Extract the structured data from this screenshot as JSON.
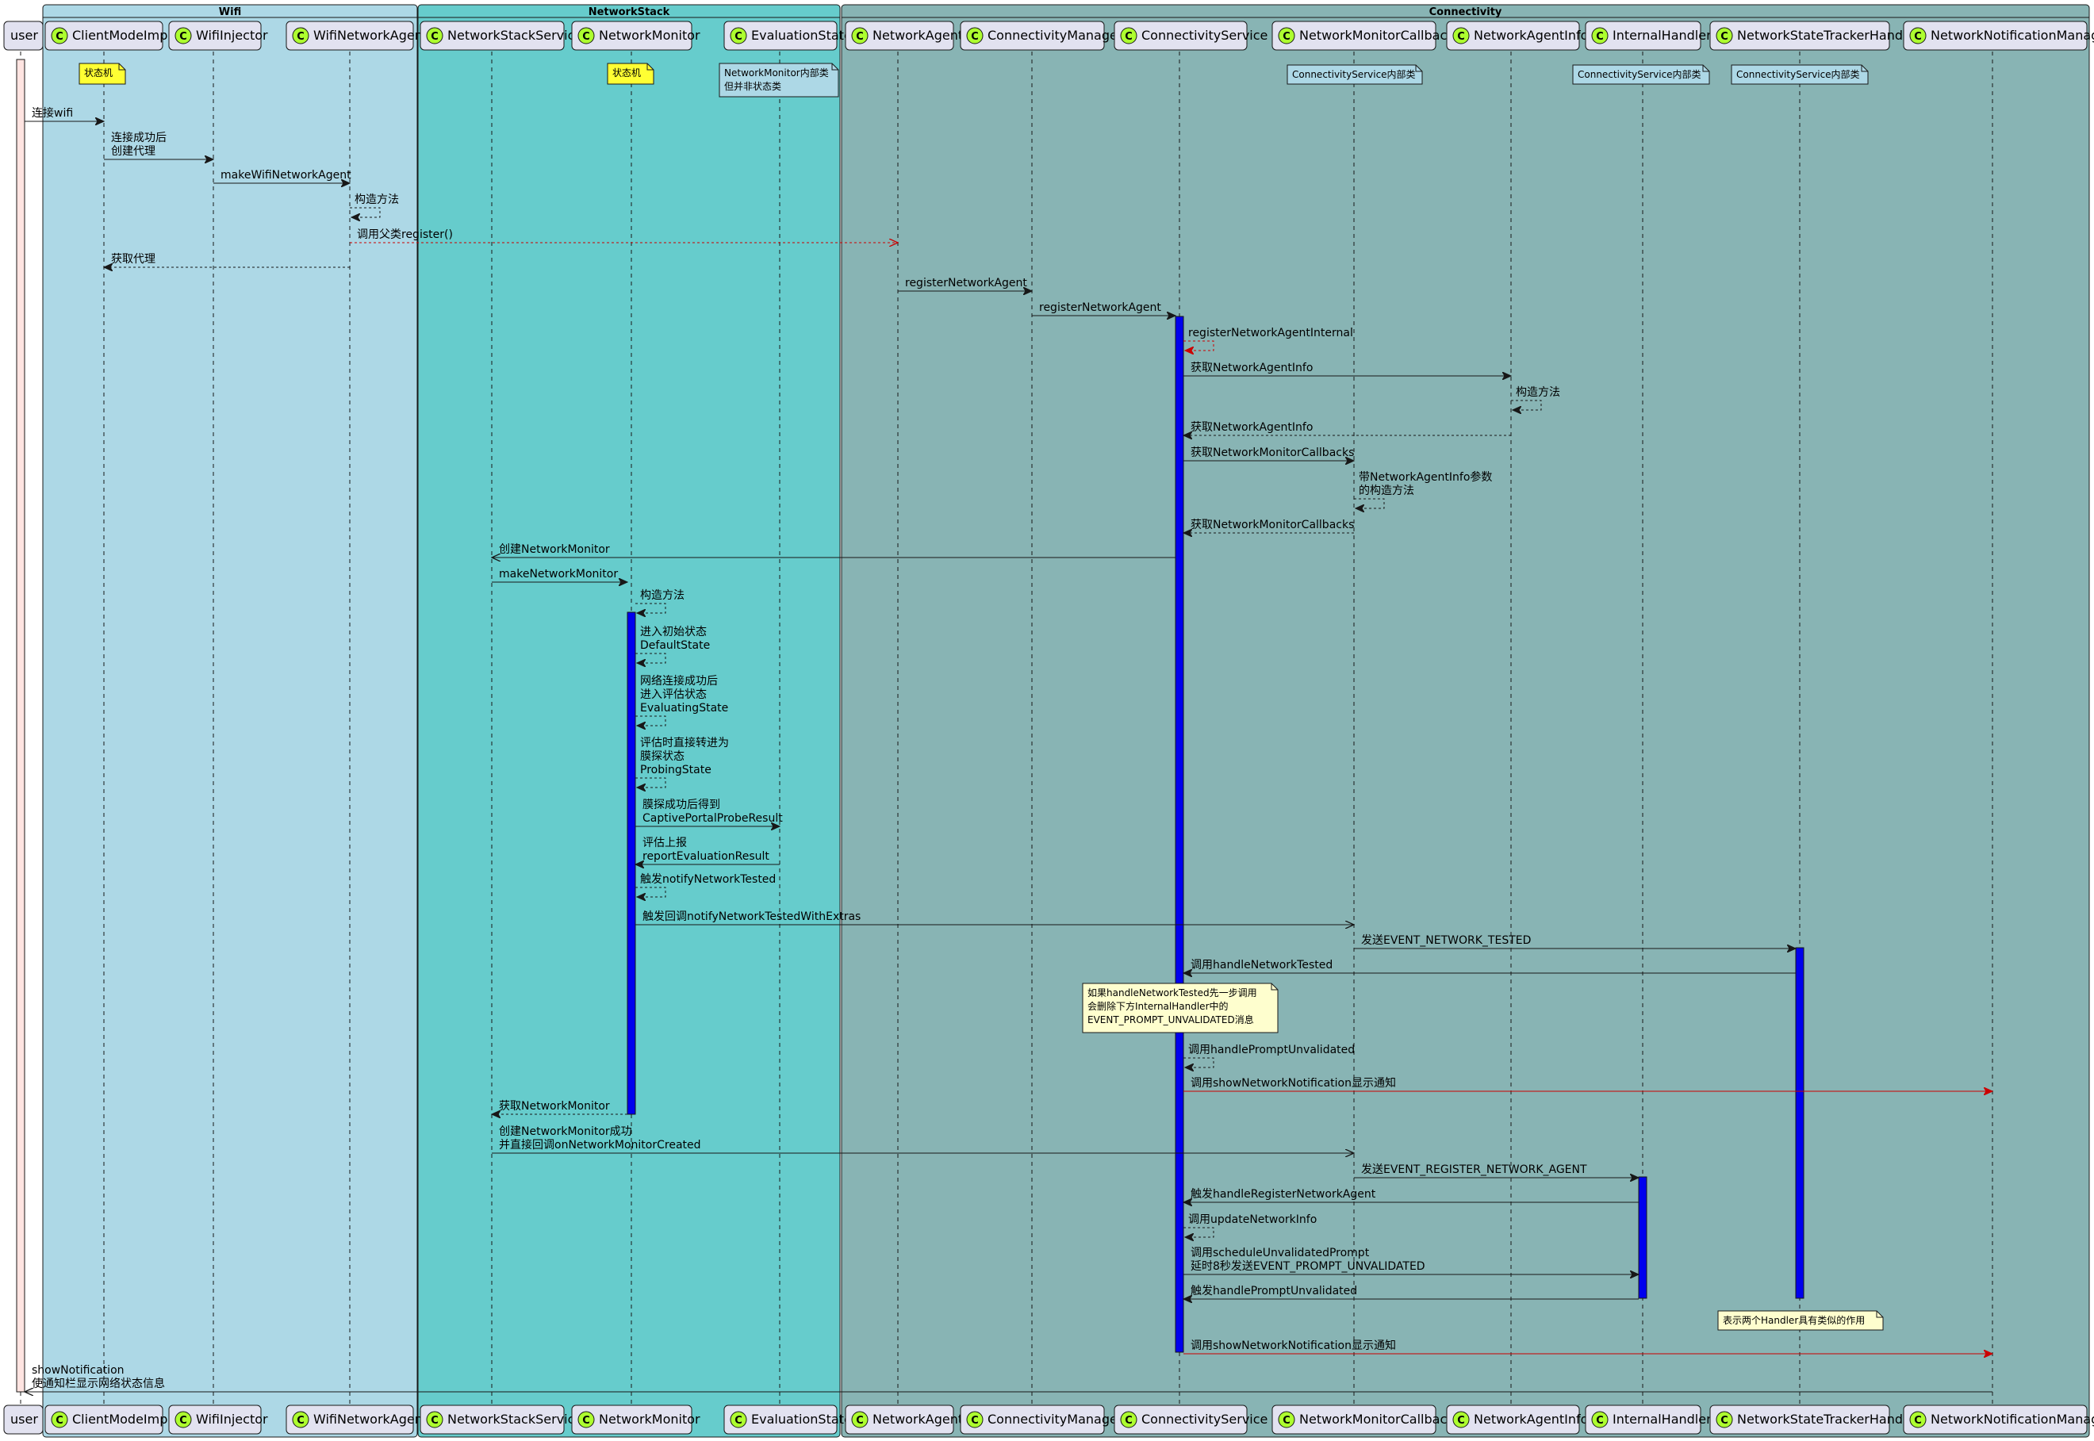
{
  "groups": [
    {
      "key": "wifi",
      "title": "Wifi",
      "color": "#add8e6"
    },
    {
      "key": "networkstack",
      "title": "NetworkStack",
      "color": "#66cccc"
    },
    {
      "key": "connectivity",
      "title": "Connectivity",
      "color": "#88b4b4"
    }
  ],
  "participants": [
    {
      "key": "user",
      "name": "user",
      "kind": "actor"
    },
    {
      "key": "cmi",
      "name": "ClientModeImpl",
      "kind": "class"
    },
    {
      "key": "wi",
      "name": "WifiInjector",
      "kind": "class"
    },
    {
      "key": "wna",
      "name": "WifiNetworkAgent",
      "kind": "class"
    },
    {
      "key": "nss",
      "name": "NetworkStackService",
      "kind": "class"
    },
    {
      "key": "nm",
      "name": "NetworkMonitor",
      "kind": "class"
    },
    {
      "key": "es",
      "name": "EvaluationState",
      "kind": "class"
    },
    {
      "key": "na",
      "name": "NetworkAgent",
      "kind": "class"
    },
    {
      "key": "cm",
      "name": "ConnectivityManager",
      "kind": "class"
    },
    {
      "key": "cs",
      "name": "ConnectivityService",
      "kind": "class"
    },
    {
      "key": "nmc",
      "name": "NetworkMonitorCallbacks",
      "kind": "class"
    },
    {
      "key": "nai",
      "name": "NetworkAgentInfo",
      "kind": "class"
    },
    {
      "key": "ih",
      "name": "InternalHandler",
      "kind": "class"
    },
    {
      "key": "nsth",
      "name": "NetworkStateTrackerHandler",
      "kind": "class"
    },
    {
      "key": "nnm",
      "name": "NetworkNotificationManager",
      "kind": "class"
    }
  ],
  "notes": [
    {
      "key": "n-sm1",
      "lines": [
        "状态机"
      ],
      "style": "yellow"
    },
    {
      "key": "n-sm2",
      "lines": [
        "状态机"
      ],
      "style": "yellow"
    },
    {
      "key": "n-es",
      "lines": [
        "NetworkMonitor内部类",
        "但并非状态类"
      ],
      "style": "blue"
    },
    {
      "key": "n-nmc",
      "lines": [
        "ConnectivityService内部类"
      ],
      "style": "blue"
    },
    {
      "key": "n-ih",
      "lines": [
        "ConnectivityService内部类"
      ],
      "style": "blue"
    },
    {
      "key": "n-nsth",
      "lines": [
        "ConnectivityService内部类"
      ],
      "style": "blue"
    },
    {
      "key": "n-tested",
      "lines": [
        "如果handleNetworkTested先一步调用",
        "会删除下方InternalHandler中的",
        "EVENT_PROMPT_UNVALIDATED消息"
      ],
      "style": "cream"
    },
    {
      "key": "n-handlers",
      "lines": [
        "表示两个Handler具有类似的作用"
      ],
      "style": "cream"
    }
  ],
  "messages": [
    {
      "lines": [
        "连接wifi"
      ]
    },
    {
      "lines": [
        "连接成功后",
        "创建代理"
      ]
    },
    {
      "lines": [
        "makeWifiNetworkAgent"
      ]
    },
    {
      "lines": [
        "构造方法"
      ]
    },
    {
      "lines": [
        "调用父类register()"
      ]
    },
    {
      "lines": [
        "获取代理"
      ]
    },
    {
      "lines": [
        "registerNetworkAgent"
      ]
    },
    {
      "lines": [
        "registerNetworkAgent"
      ]
    },
    {
      "lines": [
        "registerNetworkAgentInternal"
      ]
    },
    {
      "lines": [
        "获取NetworkAgentInfo"
      ]
    },
    {
      "lines": [
        "构造方法"
      ]
    },
    {
      "lines": [
        "获取NetworkAgentInfo"
      ]
    },
    {
      "lines": [
        "获取NetworkMonitorCallbacks"
      ]
    },
    {
      "lines": [
        "带NetworkAgentInfo参数",
        "的构造方法"
      ]
    },
    {
      "lines": [
        "获取NetworkMonitorCallbacks"
      ]
    },
    {
      "lines": [
        "创建NetworkMonitor"
      ]
    },
    {
      "lines": [
        "makeNetworkMonitor"
      ]
    },
    {
      "lines": [
        "构造方法"
      ]
    },
    {
      "lines": [
        "进入初始状态",
        "DefaultState"
      ]
    },
    {
      "lines": [
        "网络连接成功后",
        "进入评估状态",
        "EvaluatingState"
      ]
    },
    {
      "lines": [
        "评估时直接转进为",
        "膜探状态",
        "ProbingState"
      ]
    },
    {
      "lines": [
        "膜探成功后得到",
        "CaptivePortalProbeResult"
      ]
    },
    {
      "lines": [
        "评估上报",
        "reportEvaluationResult"
      ]
    },
    {
      "lines": [
        "触发notifyNetworkTested"
      ]
    },
    {
      "lines": [
        "触发回调notifyNetworkTestedWithExtras"
      ]
    },
    {
      "lines": [
        "发送EVENT_NETWORK_TESTED"
      ]
    },
    {
      "lines": [
        "调用handleNetworkTested"
      ]
    },
    {
      "lines": [
        "调用handlePromptUnvalidated"
      ]
    },
    {
      "lines": [
        "调用showNetworkNotification显示通知"
      ]
    },
    {
      "lines": [
        "获取NetworkMonitor"
      ]
    },
    {
      "lines": [
        "创建NetworkMonitor成功",
        "并直接回调onNetworkMonitorCreated"
      ]
    },
    {
      "lines": [
        "发送EVENT_REGISTER_NETWORK_AGENT"
      ]
    },
    {
      "lines": [
        "触发handleRegisterNetworkAgent"
      ]
    },
    {
      "lines": [
        "调用updateNetworkInfo"
      ]
    },
    {
      "lines": [
        "调用scheduleUnvalidatedPrompt",
        "延时8秒发送EVENT_PROMPT_UNVALIDATED"
      ]
    },
    {
      "lines": [
        "触发handlePromptUnvalidated"
      ]
    },
    {
      "lines": [
        "调用showNetworkNotification显示通知"
      ]
    },
    {
      "lines": [
        "showNotification",
        "使通知栏显示网络状态信息"
      ]
    }
  ],
  "colors": {
    "box_fill": "#e2e2f0",
    "box_stroke": "#181818",
    "activation": "#0000ee",
    "red_arrow": "#cc0000",
    "note_yellow": "#ffff33",
    "note_blue": "#add8e6",
    "note_cream": "#fefece",
    "user_activation": "#ffe4e1"
  }
}
